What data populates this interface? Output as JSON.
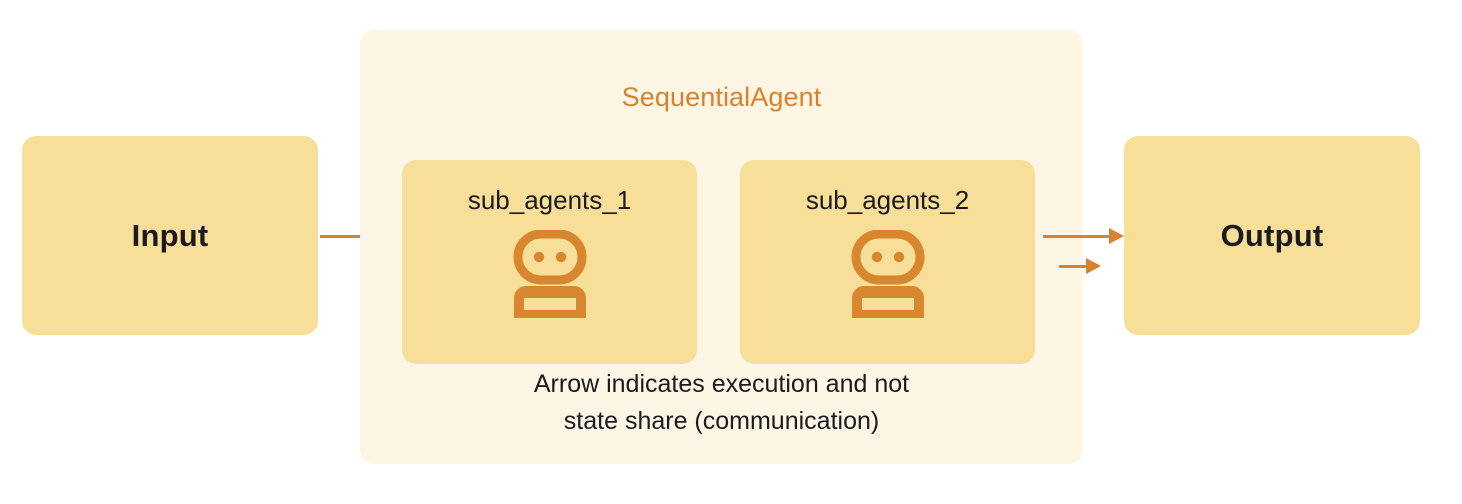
{
  "diagram": {
    "title": "SequentialAgent",
    "caption_line_1": "Arrow indicates execution and not",
    "caption_line_2": "state share (communication)",
    "input_label": "Input",
    "output_label": "Output",
    "sub_agents": [
      {
        "label": "sub_agents_1",
        "icon": "robot-icon"
      },
      {
        "label": "sub_agents_2",
        "icon": "robot-icon"
      }
    ],
    "arrows": [
      {
        "name": "arrow-input-to-agent1"
      },
      {
        "name": "arrow-agent1-to-agent2"
      },
      {
        "name": "arrow-agent2-to-output"
      }
    ],
    "colors": {
      "page_background": "#ffffff",
      "container_background": "#FDF6E4",
      "box_background": "#F7DF9A",
      "accent_orange": "#D9812C",
      "text_dark": "#1b1b1f"
    }
  }
}
